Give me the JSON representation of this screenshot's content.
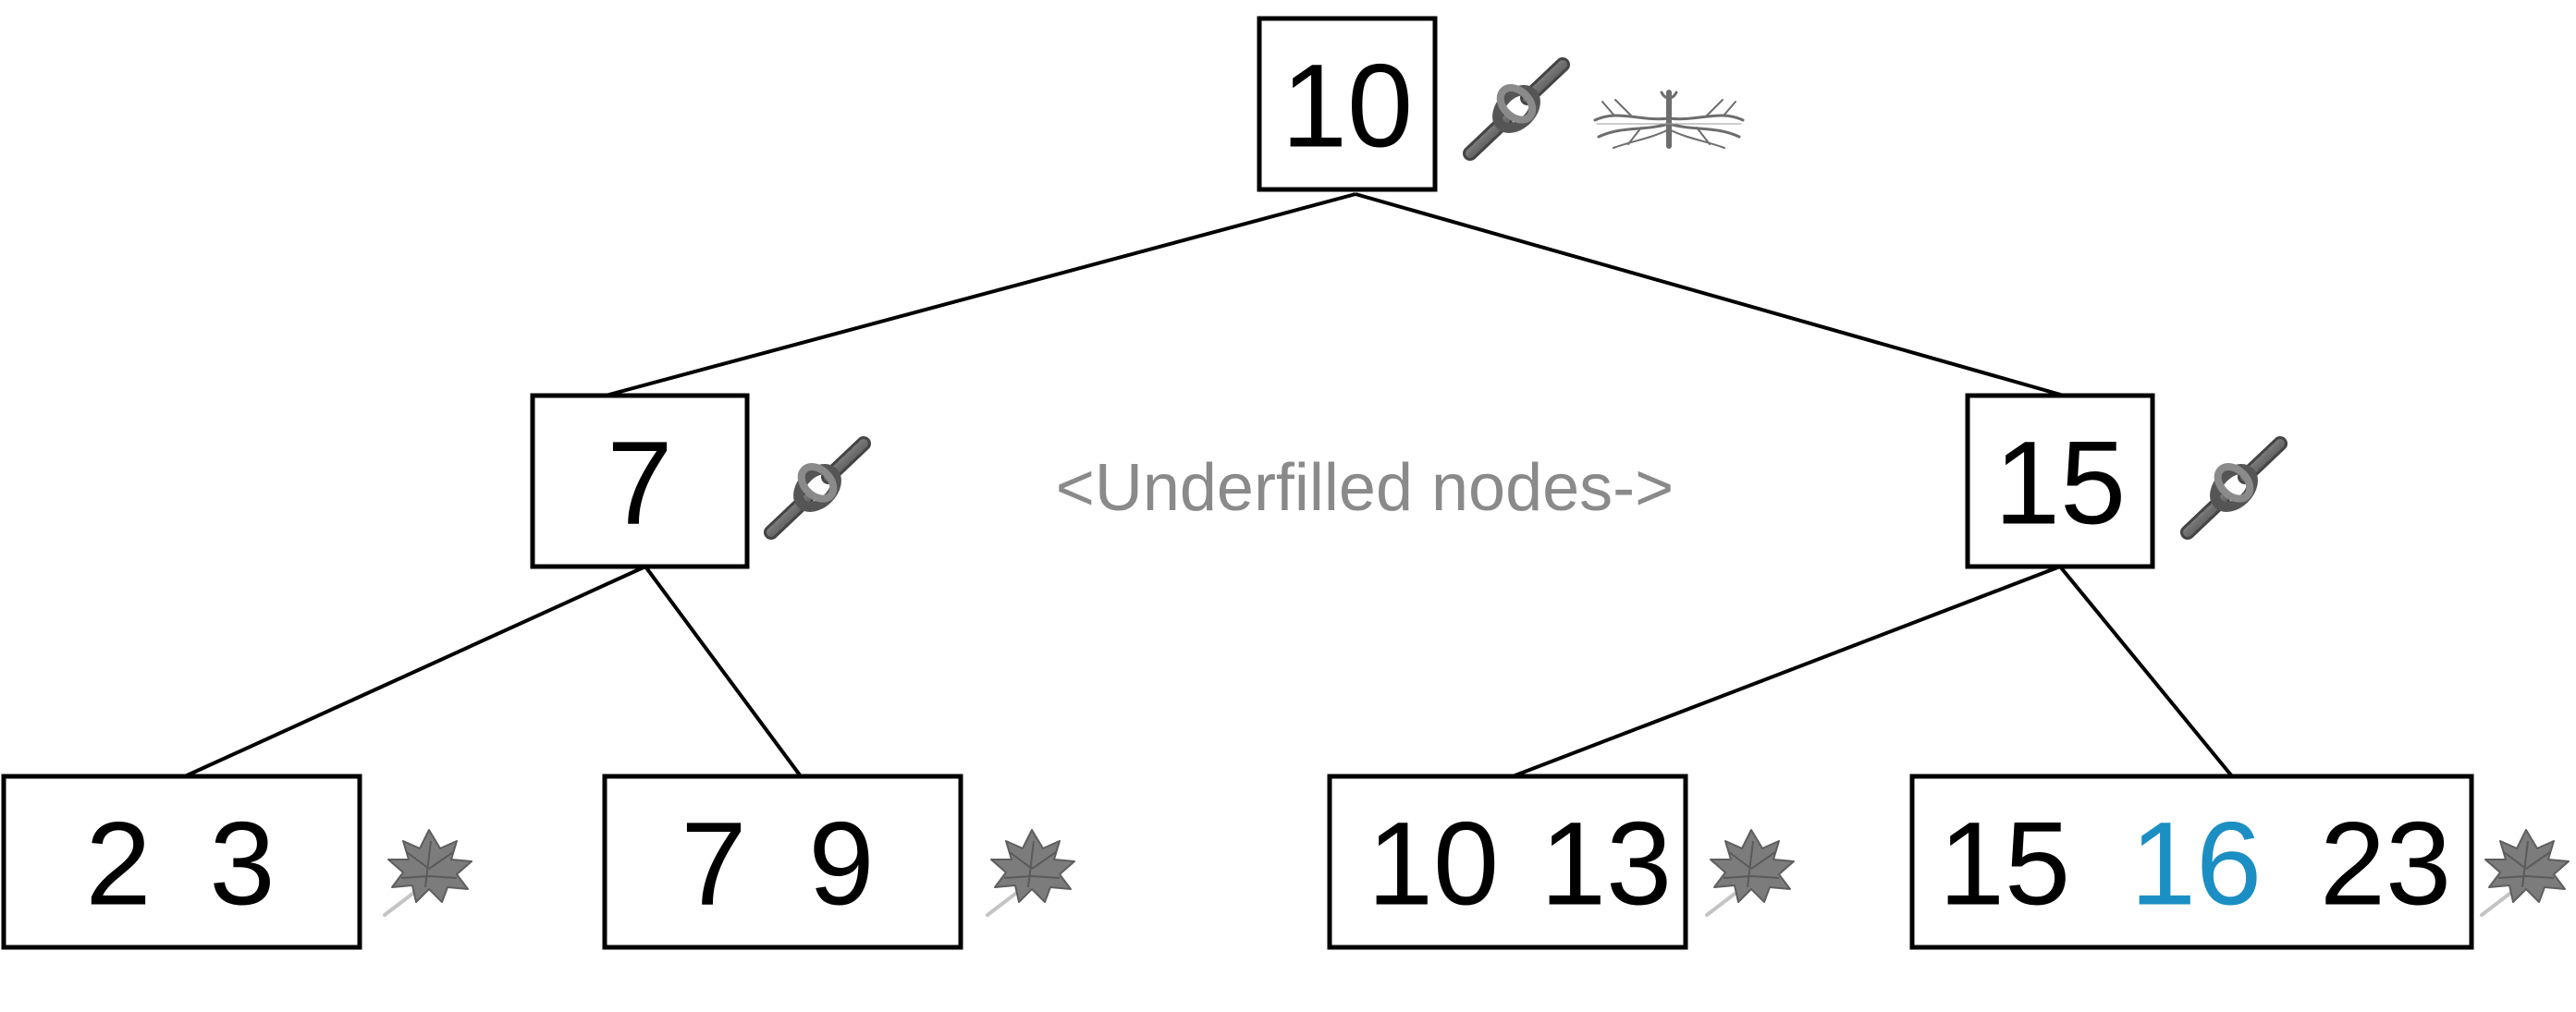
{
  "colors": {
    "key_default": "#000000",
    "key_highlight": "#1b8fc4",
    "note_text": "#8a8a8a",
    "icon_gray": "#7a7a7a"
  },
  "tree": {
    "root": {
      "keys": [
        {
          "text": "10",
          "highlight": false
        }
      ],
      "icons": [
        "knot-icon",
        "roots-icon"
      ]
    },
    "internal": [
      {
        "keys": [
          {
            "text": "7",
            "highlight": false
          }
        ],
        "icons": [
          "knot-icon"
        ]
      },
      {
        "keys": [
          {
            "text": "15",
            "highlight": false
          }
        ],
        "icons": [
          "knot-icon"
        ]
      }
    ],
    "leaves": [
      {
        "keys": [
          {
            "text": "2",
            "highlight": false
          },
          {
            "text": "3",
            "highlight": false
          }
        ],
        "icons": [
          "leaf-icon"
        ]
      },
      {
        "keys": [
          {
            "text": "7",
            "highlight": false
          },
          {
            "text": "9",
            "highlight": false
          }
        ],
        "icons": [
          "leaf-icon"
        ]
      },
      {
        "keys": [
          {
            "text": "10",
            "highlight": false
          },
          {
            "text": "13",
            "highlight": false
          }
        ],
        "icons": [
          "leaf-icon"
        ]
      },
      {
        "keys": [
          {
            "text": "15",
            "highlight": false
          },
          {
            "text": "16",
            "highlight": true
          },
          {
            "text": "23",
            "highlight": false
          }
        ],
        "icons": [
          "leaf-icon"
        ]
      }
    ]
  },
  "annotation": {
    "text": "<Underfilled nodes->"
  }
}
